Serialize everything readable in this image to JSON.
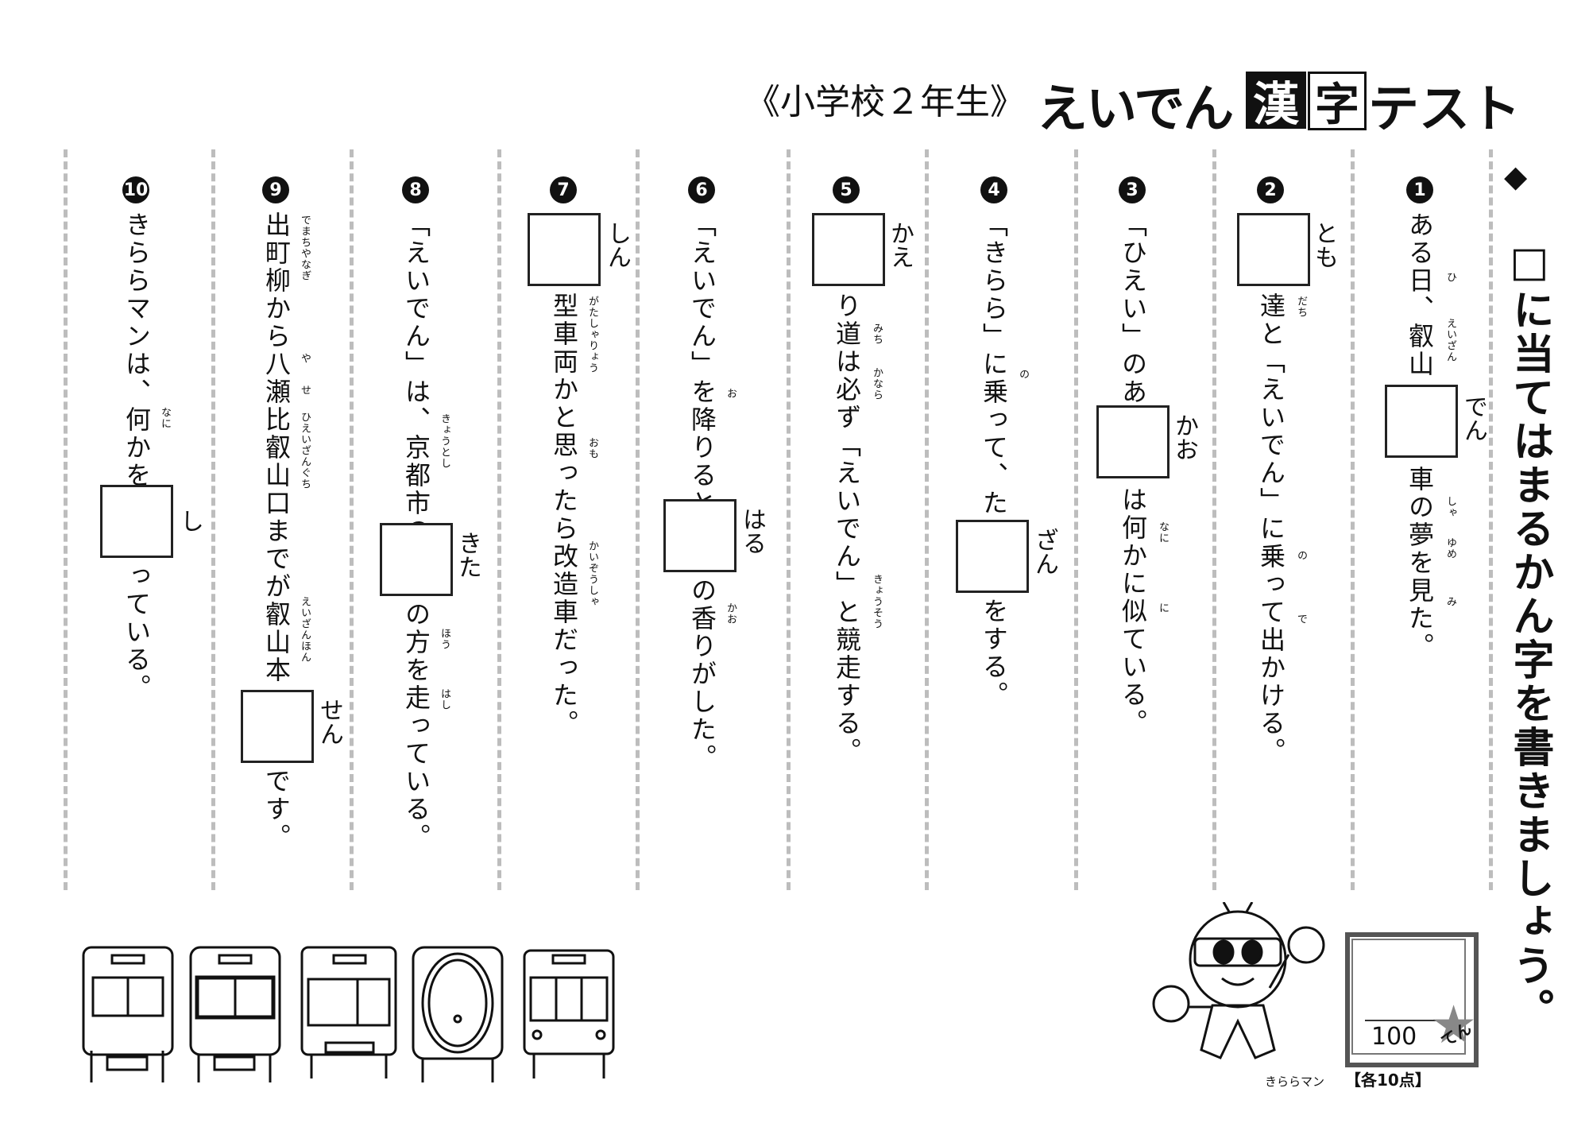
{
  "title": {
    "grade": "《小学校２年生》",
    "brand": "えいでん",
    "kanji_box1": "漢",
    "kanji_box2": "字",
    "test": "テスト"
  },
  "instruction": {
    "marker": "◆",
    "text": "□に当てはまるかん字を書きましょう。"
  },
  "questions": [
    {
      "num": "1",
      "parts": [
        {
          "text": "ある日、叡山"
        },
        {
          "box": "でん"
        },
        {
          "text": "車の夢を見た。"
        }
      ],
      "rubies": [
        {
          "text": "ひ"
        },
        {
          "text": "えいざん"
        },
        {
          "text": "しゃ"
        },
        {
          "text": "ゆめ"
        },
        {
          "text": "み"
        }
      ]
    },
    {
      "num": "2",
      "parts": [
        {
          "box": "とも"
        },
        {
          "text": "達と「えいでん」に乗って出かける。"
        }
      ],
      "rubies": [
        {
          "text": "だち"
        },
        {
          "text": "の"
        },
        {
          "text": "で"
        }
      ]
    },
    {
      "num": "3",
      "parts": [
        {
          "text": "「ひえい」のあの"
        },
        {
          "box": "かお"
        },
        {
          "text": "は何かに似ている。"
        }
      ],
      "rubies": [
        {
          "text": "なに"
        },
        {
          "text": "に"
        }
      ]
    },
    {
      "num": "4",
      "parts": [
        {
          "text": "「きらら」に乗って、たし"
        },
        {
          "box": "ざん"
        },
        {
          "text": "をする。"
        }
      ],
      "rubies": [
        {
          "text": "の"
        }
      ]
    },
    {
      "num": "5",
      "parts": [
        {
          "box": "かえ"
        },
        {
          "text": "り道は必ず「えいでん」と競走する。"
        }
      ],
      "rubies": [
        {
          "text": "みち"
        },
        {
          "text": "かなら"
        },
        {
          "text": "きょうそう"
        }
      ]
    },
    {
      "num": "6",
      "parts": [
        {
          "text": "「えいでん」を降りると"
        },
        {
          "box": "はる"
        },
        {
          "text": "の香りがした。"
        }
      ],
      "rubies": [
        {
          "text": "お"
        },
        {
          "text": "かお"
        }
      ]
    },
    {
      "num": "7",
      "parts": [
        {
          "box": "しん"
        },
        {
          "text": "型車両かと思ったら改造車だった。"
        }
      ],
      "rubies": [
        {
          "text": "がたしゃりょう"
        },
        {
          "text": "おも"
        },
        {
          "text": "かいぞうしゃ"
        }
      ]
    },
    {
      "num": "8",
      "parts": [
        {
          "text": "「えいでん」は、京都市の"
        },
        {
          "box": "きた"
        },
        {
          "text": "の方を走っている。"
        }
      ],
      "rubies": [
        {
          "text": "きょうとし"
        },
        {
          "text": "ほう"
        },
        {
          "text": "はし"
        }
      ]
    },
    {
      "num": "9",
      "parts": [
        {
          "text": "出町柳から八瀬比叡山口までが叡山本"
        },
        {
          "box": "せん"
        },
        {
          "text": "です。"
        }
      ],
      "rubies": [
        {
          "text": "でまちやなぎ"
        },
        {
          "text": "や"
        },
        {
          "text": "せ"
        },
        {
          "text": "ひえいざんぐち"
        },
        {
          "text": "えいざんほん"
        }
      ]
    },
    {
      "num": "10",
      "parts": [
        {
          "text": "きららマンは、何かを"
        },
        {
          "box": "し"
        },
        {
          "text": "っている。"
        }
      ],
      "rubies": [
        {
          "text": "なに"
        }
      ]
    }
  ],
  "score": {
    "total": "100",
    "unit": "てん",
    "per_item": "【各10点】"
  },
  "mascot": {
    "name": "きららマン"
  }
}
